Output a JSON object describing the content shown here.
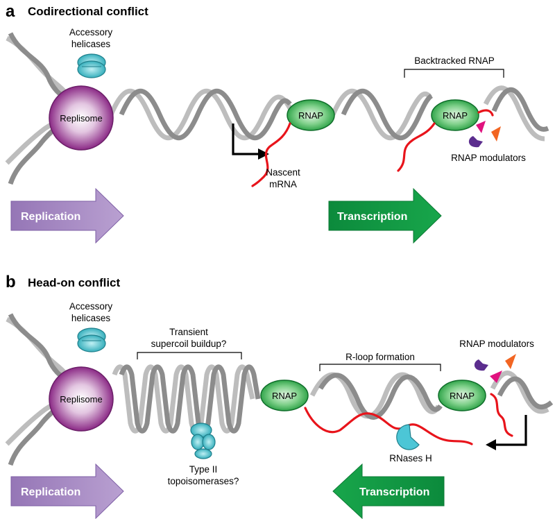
{
  "panel_a": {
    "letter": "a",
    "title": "Codirectional conflict",
    "accessory_helicases": [
      "Accessory",
      "helicases"
    ],
    "replisome": "Replisome",
    "rnap_1": "RNAP",
    "rnap_2": "RNAP",
    "nascent_mrna": [
      "Nascent",
      "mRNA"
    ],
    "backtracked_rnap": "Backtracked RNAP",
    "rnap_modulators": "RNAP modulators",
    "replication": "Replication",
    "transcription": "Transcription"
  },
  "panel_b": {
    "letter": "b",
    "title": "Head-on conflict",
    "accessory_helicases": [
      "Accessory",
      "helicases"
    ],
    "replisome": "Replisome",
    "supercoil": [
      "Transient",
      "supercoil buildup?"
    ],
    "type2": [
      "Type II",
      "topoisomerases?"
    ],
    "rnap_1": "RNAP",
    "rnap_2": "RNAP",
    "rloop": "R-loop formation",
    "rnases": "RNases H",
    "rnap_modulators": "RNAP modulators",
    "replication": "Replication",
    "transcription": "Transcription"
  },
  "colors": {
    "replisome": "#8b2a86",
    "rnap": "#26a843",
    "replication_arrow": "#a98cc4",
    "transcription_arrow": "#0f9a45",
    "helicase": "#3dbcc9",
    "rna": "#e8141b",
    "dna_dark": "#8c8c8c",
    "dna_light": "#bdbdbd",
    "modulator_purple": "#5b2d8e",
    "modulator_magenta": "#e0127e",
    "modulator_orange": "#f26522"
  }
}
